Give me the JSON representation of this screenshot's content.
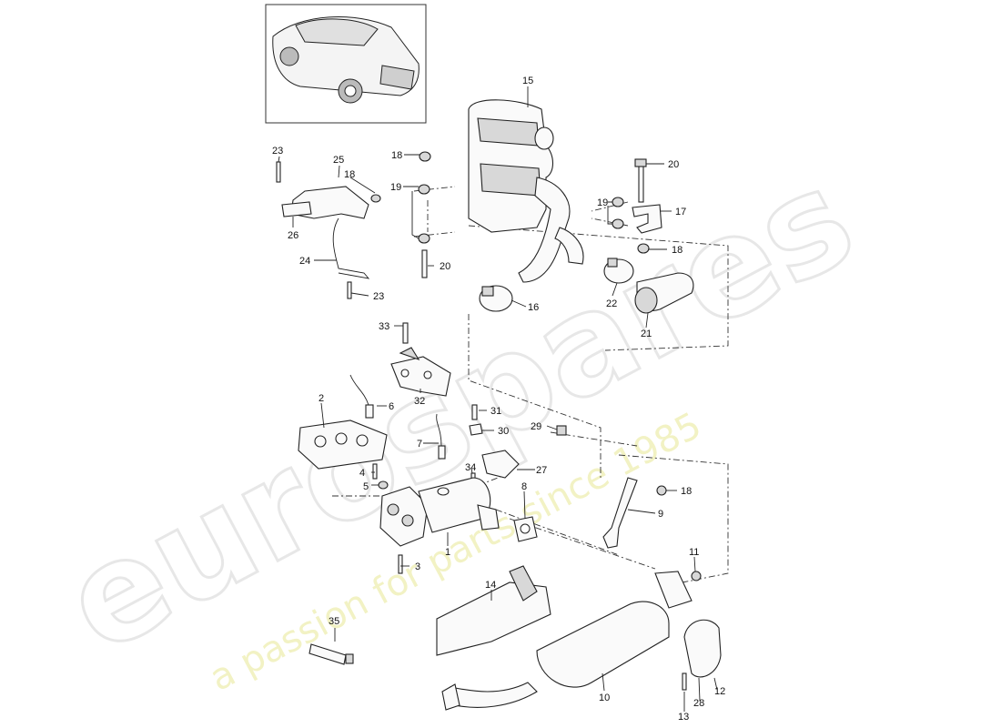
{
  "watermark": {
    "brand": "eurospares",
    "tagline": "a passion for parts since 1985"
  },
  "labels": {
    "l1": "1",
    "l2": "2",
    "l3": "3",
    "l4": "4",
    "l5": "5",
    "l6": "6",
    "l7": "7",
    "l8": "8",
    "l9": "9",
    "l10": "10",
    "l11": "11",
    "l12": "12",
    "l13": "13",
    "l14": "14",
    "l15": "15",
    "l16": "16",
    "l17": "17",
    "l18a": "18",
    "l18b": "18",
    "l18c": "18",
    "l18d": "18",
    "l19a": "19",
    "l19b": "19",
    "l20a": "20",
    "l20b": "20",
    "l21": "21",
    "l22": "22",
    "l23a": "23",
    "l23b": "23",
    "l24": "24",
    "l25": "25",
    "l26": "26",
    "l27": "27",
    "l28": "28",
    "l29": "29",
    "l30": "30",
    "l31": "31",
    "l32": "32",
    "l33": "33",
    "l34": "34",
    "l35": "35"
  }
}
